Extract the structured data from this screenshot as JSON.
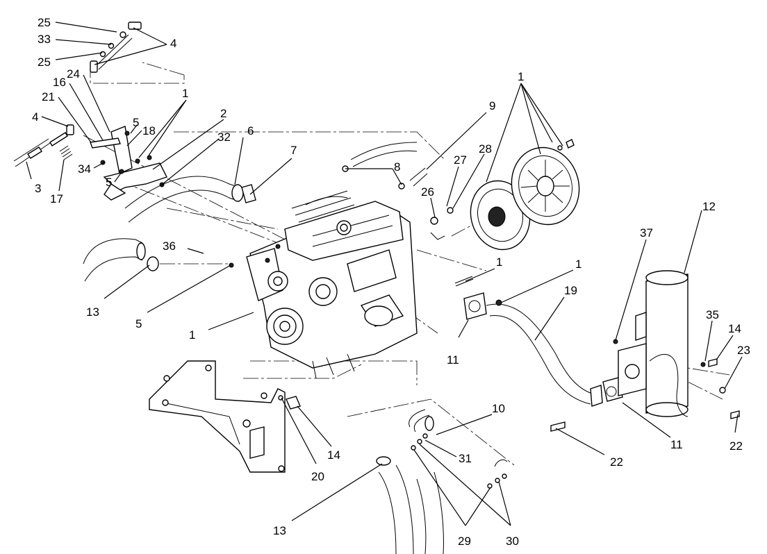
{
  "diagram": {
    "kind": "exploded parts diagram",
    "callouts": {
      "c25a": "25",
      "c33": "33",
      "c25b": "25",
      "c4a": "4",
      "c24": "24",
      "c16": "16",
      "c21": "21",
      "c4b": "4",
      "c5a": "5",
      "c18": "18",
      "c1a": "1",
      "c2": "2",
      "c32": "32",
      "c6": "6",
      "c7": "7",
      "c34": "34",
      "c5b": "5",
      "c3": "3",
      "c17": "17",
      "c9": "9",
      "c8": "8",
      "c28": "28",
      "c27": "27",
      "c26": "26",
      "c1b": "1",
      "c36": "36",
      "c13a": "13",
      "c5c": "5",
      "c1c": "1",
      "c1d": "1",
      "c1e": "1",
      "c11a": "11",
      "c19": "19",
      "c12": "12",
      "c37": "37",
      "c35": "35",
      "c14a": "14",
      "c23": "23",
      "c22a": "22",
      "c11b": "11",
      "c22b": "22",
      "c10": "10",
      "c31": "31",
      "c14b": "14",
      "c20": "20",
      "c13b": "13",
      "c29": "29",
      "c30": "30"
    }
  }
}
